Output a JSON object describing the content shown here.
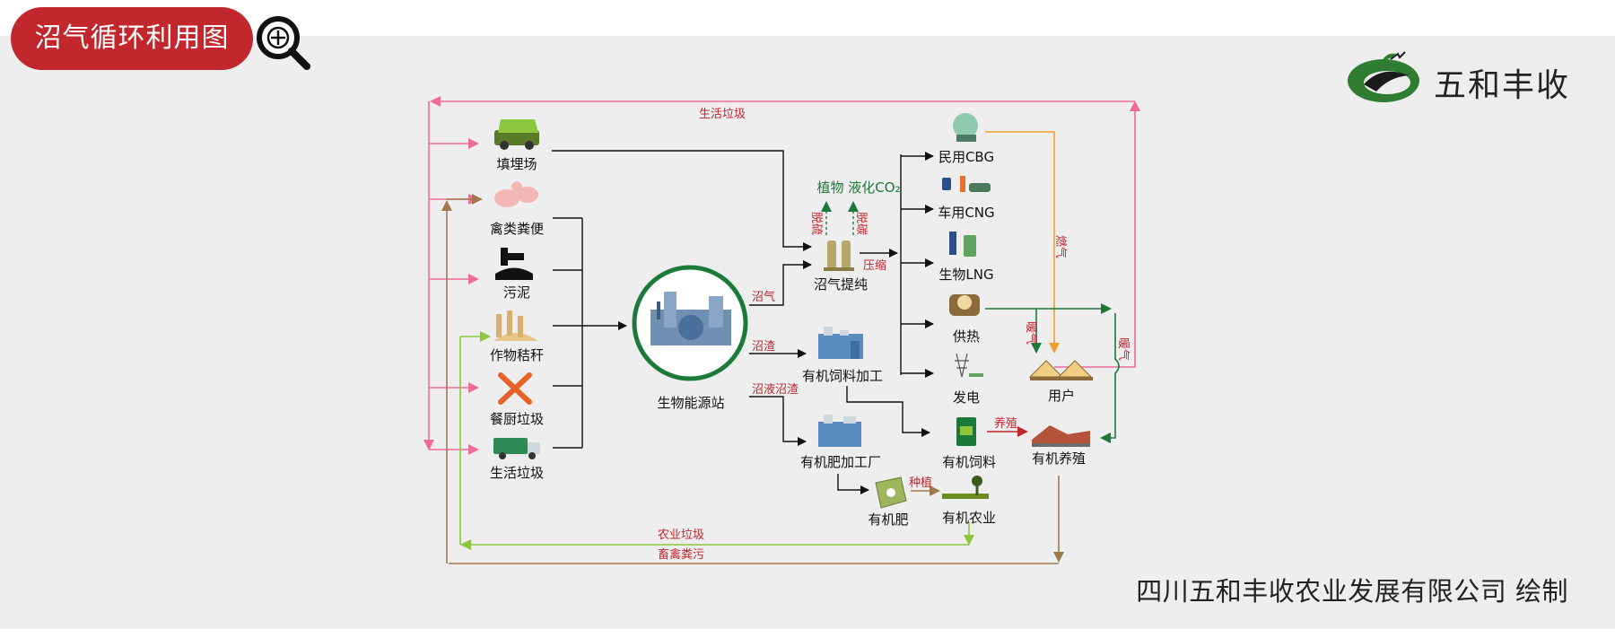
{
  "header": {
    "title": "沼气循环利用图",
    "zoom_icon": "zoom-in-icon"
  },
  "brand": {
    "name": "五和丰收",
    "logo_icon": "wuhe-fengshou-logo"
  },
  "footer": {
    "credit": "四川五和丰收农业发展有限公司 绘制"
  },
  "colors": {
    "title_bg": "#c1272d",
    "pink": "#f06a9c",
    "brown": "#a07850",
    "lime": "#8cc63f",
    "dark_green": "#1b7a3a",
    "orange": "#f0a030",
    "red_label": "#c1272d",
    "panel_bg": "#eeeeee"
  },
  "diagram": {
    "inputs": {
      "landfill": "填埋场",
      "manure": "禽类粪便",
      "sludge": "污泥",
      "straw": "作物秸秆",
      "kitchen": "餐厨垃圾",
      "household": "生活垃圾"
    },
    "station": "生物能源站",
    "purify": "沼气提纯",
    "feed_process": "有机饲料加工",
    "fert_plant": "有机肥加工厂",
    "outputs": {
      "cbg": "民用CBG",
      "cng": "车用CNG",
      "lng": "生物LNG",
      "heat": "供热",
      "power": "发电",
      "user": "用户",
      "feed": "有机饲料",
      "breeding": "有机养殖",
      "fertilizer": "有机肥",
      "agri": "有机农业"
    },
    "top_note": "植物 液化CO₂",
    "edge_labels": {
      "biogas": "沼气",
      "residue": "沼渣",
      "slurry": "沼液沼渣",
      "desulfur": "脱硫",
      "decarb": "脱碳",
      "compress": "压缩",
      "fuel_gas": "燃气",
      "warm1": "暖气",
      "warm2": "暖气",
      "breed": "养殖",
      "plant": "种植",
      "household_waste": "生活垃圾",
      "agri_waste": "农业垃圾",
      "livestock_waste": "畜禽粪污"
    }
  }
}
